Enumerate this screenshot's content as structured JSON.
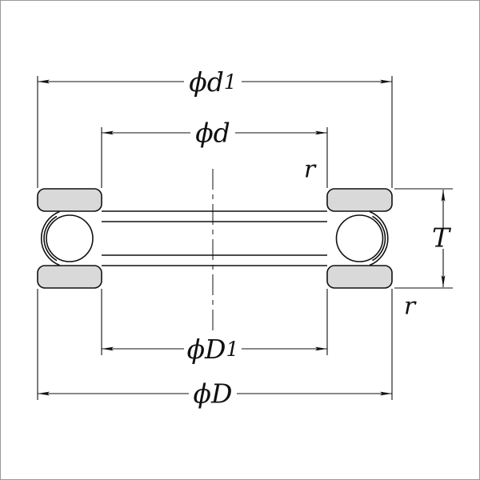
{
  "labels": {
    "dim_d1_base": "ϕd",
    "dim_d1_sub": "1",
    "dim_d": "ϕd",
    "r_top": "r",
    "dim_T": "T",
    "r_bottom": "r",
    "dim_D1_base": "ϕD",
    "dim_D1_sub": "1",
    "dim_D": "ϕD"
  },
  "colors": {
    "washer_fill": "#d9d9d9",
    "line": "#111111",
    "border": "#999999",
    "background": "#ffffff"
  }
}
